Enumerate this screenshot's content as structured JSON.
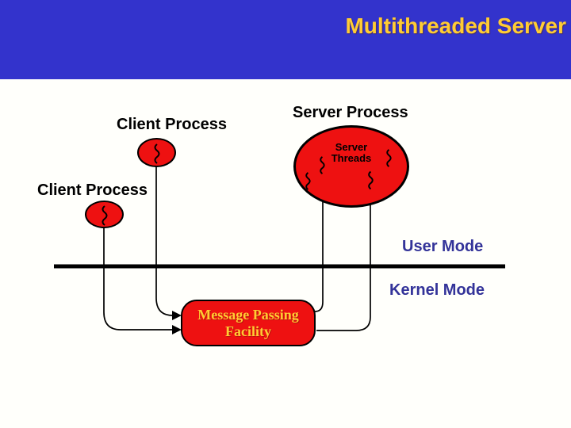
{
  "slide": {
    "title": "Multithreaded Server"
  },
  "diagram": {
    "client_processes": [
      {
        "label": "Client Process",
        "thread_squiggles": 1
      },
      {
        "label": "Client Process",
        "thread_squiggles": 1
      }
    ],
    "server_process": {
      "label": "Server Process",
      "threads_label": "Server\nThreads",
      "thread_squiggles": 4
    },
    "modes": {
      "user": "User Mode",
      "kernel": "Kernel Mode"
    },
    "message_box": {
      "label": "Message Passing\nFacility"
    }
  },
  "colors": {
    "header_bg": "#3333CC",
    "title_text": "#FFCC33",
    "process_fill": "#EE1111",
    "outline": "#000000",
    "mode_text": "#333399",
    "message_box_fill": "#EE1111",
    "message_box_text": "#FFCC33",
    "background": "#FFFFFB"
  }
}
